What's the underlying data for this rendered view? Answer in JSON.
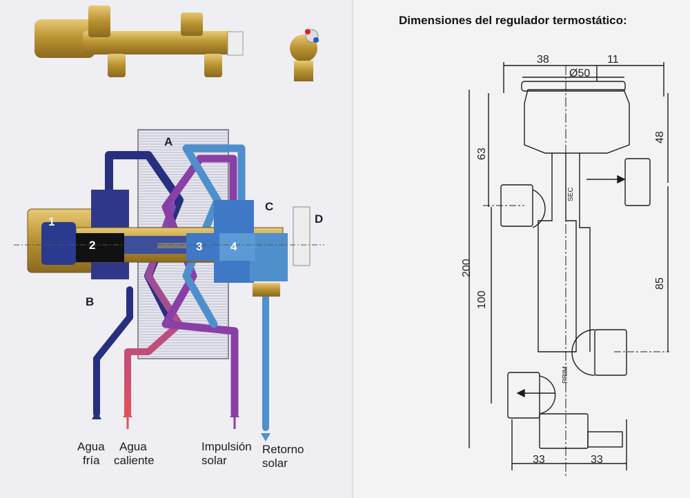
{
  "right": {
    "title": "Dimensiones del regulador termostático:",
    "dims": {
      "d38": "38",
      "d11": "11",
      "d50": "Ø50",
      "d63": "63",
      "d48": "48",
      "d200": "200",
      "d100": "100",
      "d85": "85",
      "d33a": "33",
      "d33b": "33"
    },
    "marks": {
      "sec": "SEC",
      "prim": "PRIM"
    }
  },
  "left": {
    "letters": {
      "a": "A",
      "b": "B",
      "c": "C",
      "d": "D"
    },
    "numbers": {
      "n1": "1",
      "n2": "2",
      "n3": "3",
      "n4": "4"
    },
    "labels": {
      "agua_fria_1": "Agua",
      "agua_fria_2": "fría",
      "agua_caliente_1": "Agua",
      "agua_caliente_2": "caliente",
      "impulsion_1": "Impulsión",
      "impulsion_2": "solar",
      "retorno_1": "Retorno",
      "retorno_2": "solar"
    }
  },
  "colors": {
    "dark_blue": "#27307f",
    "mid_blue": "#3f67b8",
    "light_blue": "#4f8fcc",
    "red": "#e0505e",
    "purple": "#8a3fa6",
    "brass": "#b89538"
  }
}
